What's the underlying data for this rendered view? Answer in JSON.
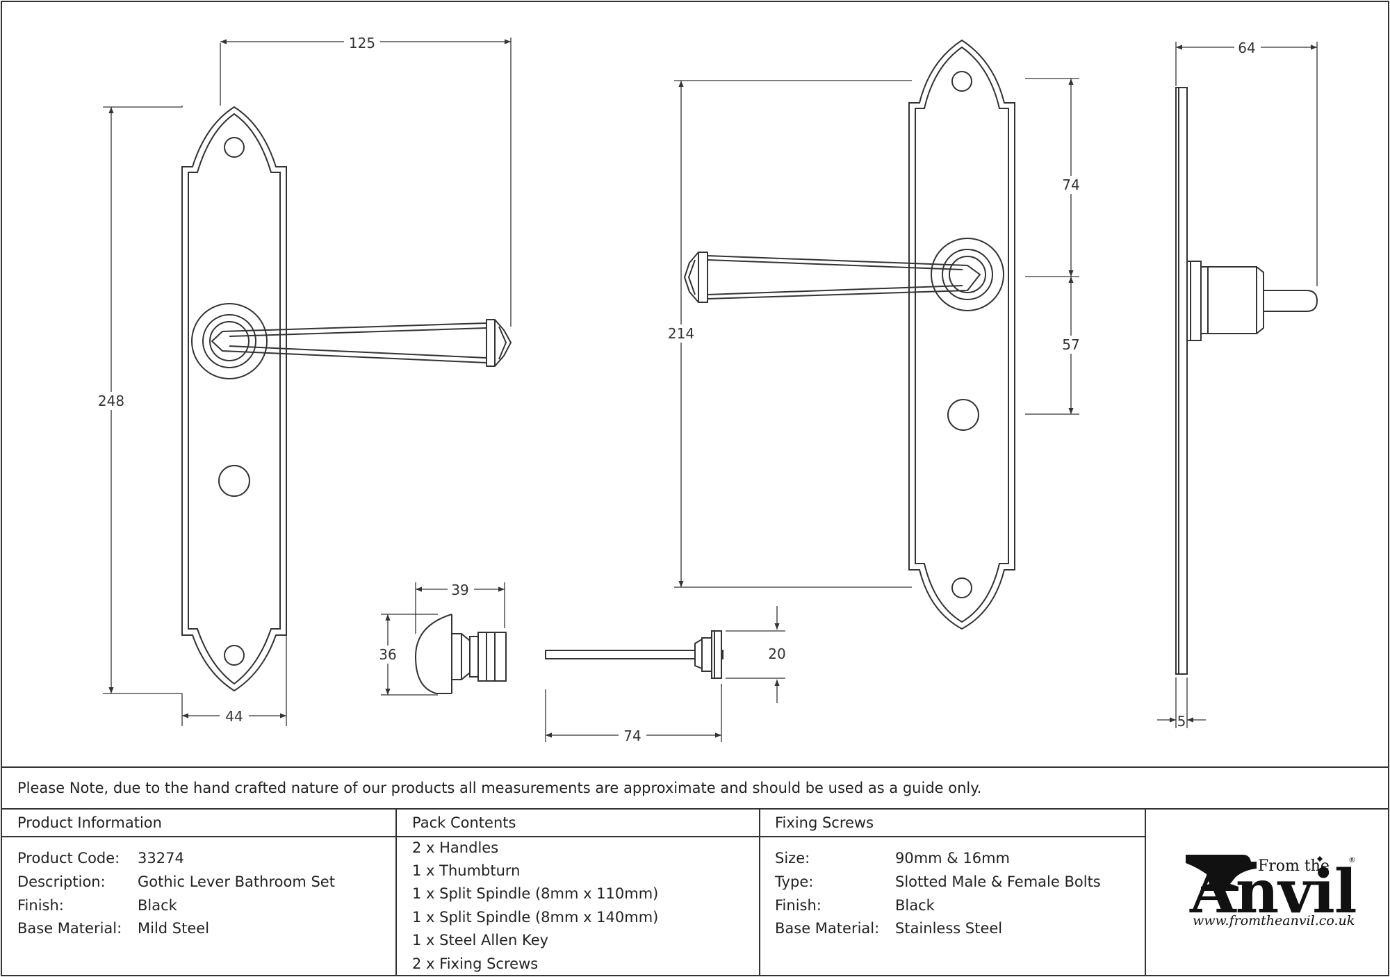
{
  "dimensions": {
    "width_125": "125",
    "height_248": "248",
    "width_44": "44",
    "height_214": "214",
    "span_74_upper": "74",
    "span_57": "57",
    "depth_64": "64",
    "thickness_5": "5",
    "thumbturn_39": "39",
    "thumbturn_36": "36",
    "key_20": "20",
    "key_74": "74"
  },
  "note": "Please Note, due to the hand crafted nature of our products all measurements are approximate and should be used as a guide only.",
  "product_info": {
    "header": "Product Information",
    "rows": [
      {
        "label": "Product Code:",
        "value": "33274"
      },
      {
        "label": "Description:",
        "value": "Gothic Lever Bathroom Set"
      },
      {
        "label": "Finish:",
        "value": "Black"
      },
      {
        "label": "Base Material:",
        "value": "Mild Steel"
      }
    ]
  },
  "pack_contents": {
    "header": "Pack Contents",
    "items": [
      "2 x Handles",
      "1 x Thumbturn",
      "1 x Split Spindle (8mm x 110mm)",
      "1 x Split Spindle (8mm x 140mm)",
      "1 x Steel Allen Key",
      "2 x Fixing Screws"
    ]
  },
  "fixing_screws": {
    "header": "Fixing Screws",
    "rows": [
      {
        "label": "Size:",
        "value": "90mm & 16mm"
      },
      {
        "label": "Type:",
        "value": "Slotted Male & Female Bolts"
      },
      {
        "label": "Finish:",
        "value": "Black"
      },
      {
        "label": "Base Material:",
        "value": "Stainless Steel"
      }
    ]
  },
  "brand": {
    "from": "From the",
    "name": "Anvil",
    "url": "www.fromtheanvil.co.uk",
    "registered": "®",
    "logo_icon": "anvil-icon"
  },
  "colors": {
    "line": "#333333",
    "text": "#222222",
    "background": "#ffffff"
  }
}
